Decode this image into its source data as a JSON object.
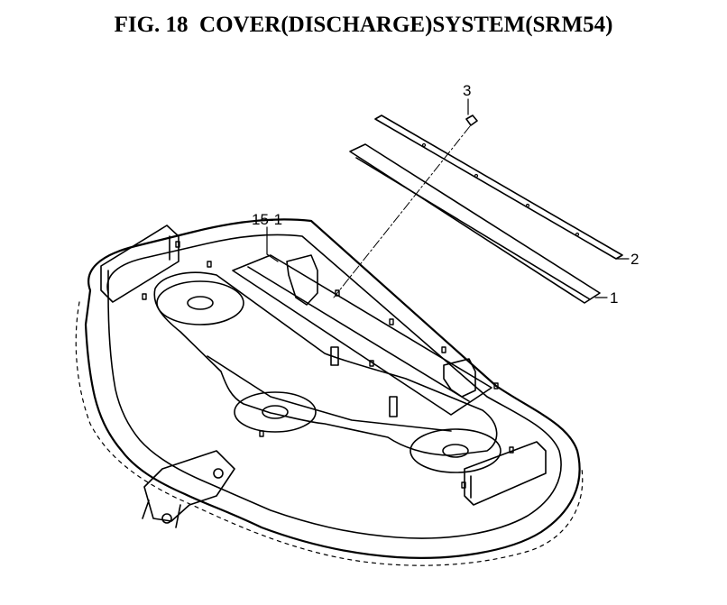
{
  "figure": {
    "title": "FIG. 18  COVER(DISCHARGE)SYSTEM(SRM54)"
  },
  "callouts": [
    {
      "id": "3",
      "label": "3"
    },
    {
      "id": "2",
      "label": "2"
    },
    {
      "id": "1",
      "label": "1"
    },
    {
      "id": "15-1",
      "label": "15-1"
    }
  ],
  "colors": {
    "line": "#000000",
    "background": "#ffffff"
  }
}
